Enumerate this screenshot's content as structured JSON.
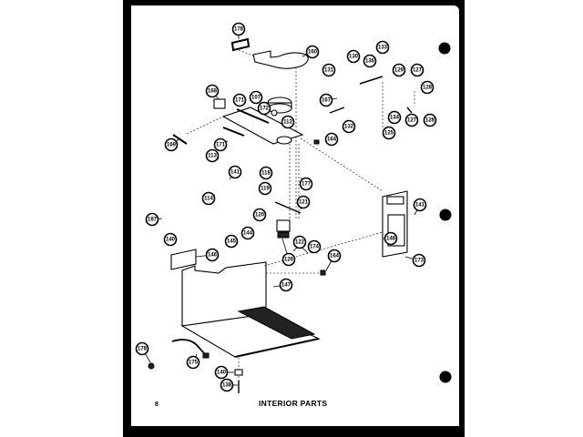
{
  "page": {
    "number": "8",
    "title": "INTERIOR PARTS"
  },
  "callouts": [
    {
      "id": "c178a",
      "label": "178"
    },
    {
      "id": "c160",
      "label": "160"
    },
    {
      "id": "c131",
      "label": "131"
    },
    {
      "id": "c130",
      "label": "130"
    },
    {
      "id": "c136",
      "label": "136"
    },
    {
      "id": "c133",
      "label": "133"
    },
    {
      "id": "c129",
      "label": "129"
    },
    {
      "id": "c127a",
      "label": "127"
    },
    {
      "id": "c128a",
      "label": "128"
    },
    {
      "id": "c167",
      "label": "167"
    },
    {
      "id": "c134",
      "label": "134"
    },
    {
      "id": "c127b",
      "label": "127"
    },
    {
      "id": "c128b",
      "label": "128"
    },
    {
      "id": "c132",
      "label": "132"
    },
    {
      "id": "c125",
      "label": "125"
    },
    {
      "id": "c168",
      "label": "168"
    },
    {
      "id": "c171a",
      "label": "171"
    },
    {
      "id": "c107",
      "label": "107"
    },
    {
      "id": "c172",
      "label": "172"
    },
    {
      "id": "c112",
      "label": "112"
    },
    {
      "id": "c169",
      "label": "169"
    },
    {
      "id": "c171b",
      "label": "171"
    },
    {
      "id": "c164a",
      "label": "164"
    },
    {
      "id": "c113",
      "label": "113"
    },
    {
      "id": "c141a",
      "label": "141"
    },
    {
      "id": "c118",
      "label": "118"
    },
    {
      "id": "c119",
      "label": "119"
    },
    {
      "id": "c177",
      "label": "177"
    },
    {
      "id": "c114",
      "label": "114"
    },
    {
      "id": "c121",
      "label": "121"
    },
    {
      "id": "c120",
      "label": "120"
    },
    {
      "id": "c187",
      "label": "187"
    },
    {
      "id": "c144",
      "label": "144"
    },
    {
      "id": "c145",
      "label": "145"
    },
    {
      "id": "c122",
      "label": "122"
    },
    {
      "id": "c140a",
      "label": "140"
    },
    {
      "id": "c146",
      "label": "146"
    },
    {
      "id": "c126",
      "label": "126"
    },
    {
      "id": "c174",
      "label": "174"
    },
    {
      "id": "c164b",
      "label": "164"
    },
    {
      "id": "c147",
      "label": "147"
    },
    {
      "id": "c141b",
      "label": "141"
    },
    {
      "id": "c148",
      "label": "148"
    },
    {
      "id": "c173",
      "label": "173"
    },
    {
      "id": "c178b",
      "label": "178"
    },
    {
      "id": "c175",
      "label": "175"
    },
    {
      "id": "c140b",
      "label": "140"
    },
    {
      "id": "c138",
      "label": "138"
    }
  ]
}
